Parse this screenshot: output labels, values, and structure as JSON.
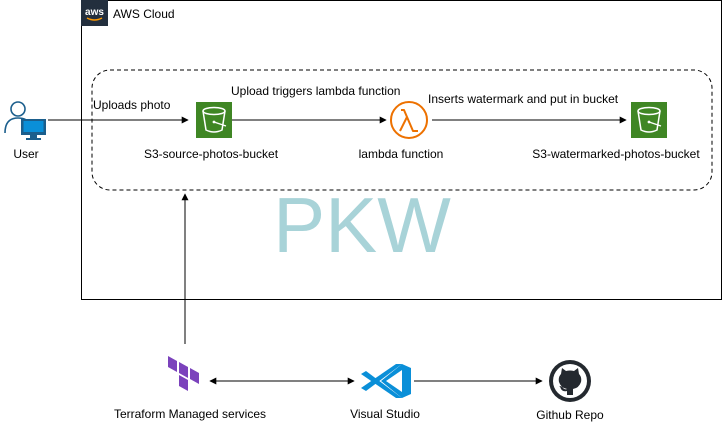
{
  "colors": {
    "s3": "#3f8624",
    "lambda": "#ed7100",
    "terraform": "#7b42bc",
    "vscode": "#0a8fd8",
    "github": "#24292f",
    "watermark": "#a8d3d8",
    "aws_badge": "#232f3e"
  },
  "cloud": {
    "title": "AWS Cloud",
    "badge_text": "aws"
  },
  "nodes": {
    "user": "User",
    "source_bucket": "S3-source-photos-bucket",
    "lambda": "lambda function",
    "watermarked_bucket": "S3-watermarked-photos-bucket",
    "terraform": "Terraform Managed services",
    "vscode": "Visual Studio",
    "github": "Github Repo"
  },
  "edges": {
    "user_to_source": "Uploads photo",
    "source_to_lambda": "Upload triggers lambda function",
    "lambda_to_watermarked": "Inserts watermark and put in bucket"
  },
  "watermark_text": "PKW",
  "icons": {
    "aws": "aws-logo-icon",
    "user": "user-desktop-icon",
    "s3": "s3-bucket-icon",
    "lambda": "lambda-icon",
    "terraform": "terraform-icon",
    "vscode": "vscode-icon",
    "github": "github-icon"
  }
}
